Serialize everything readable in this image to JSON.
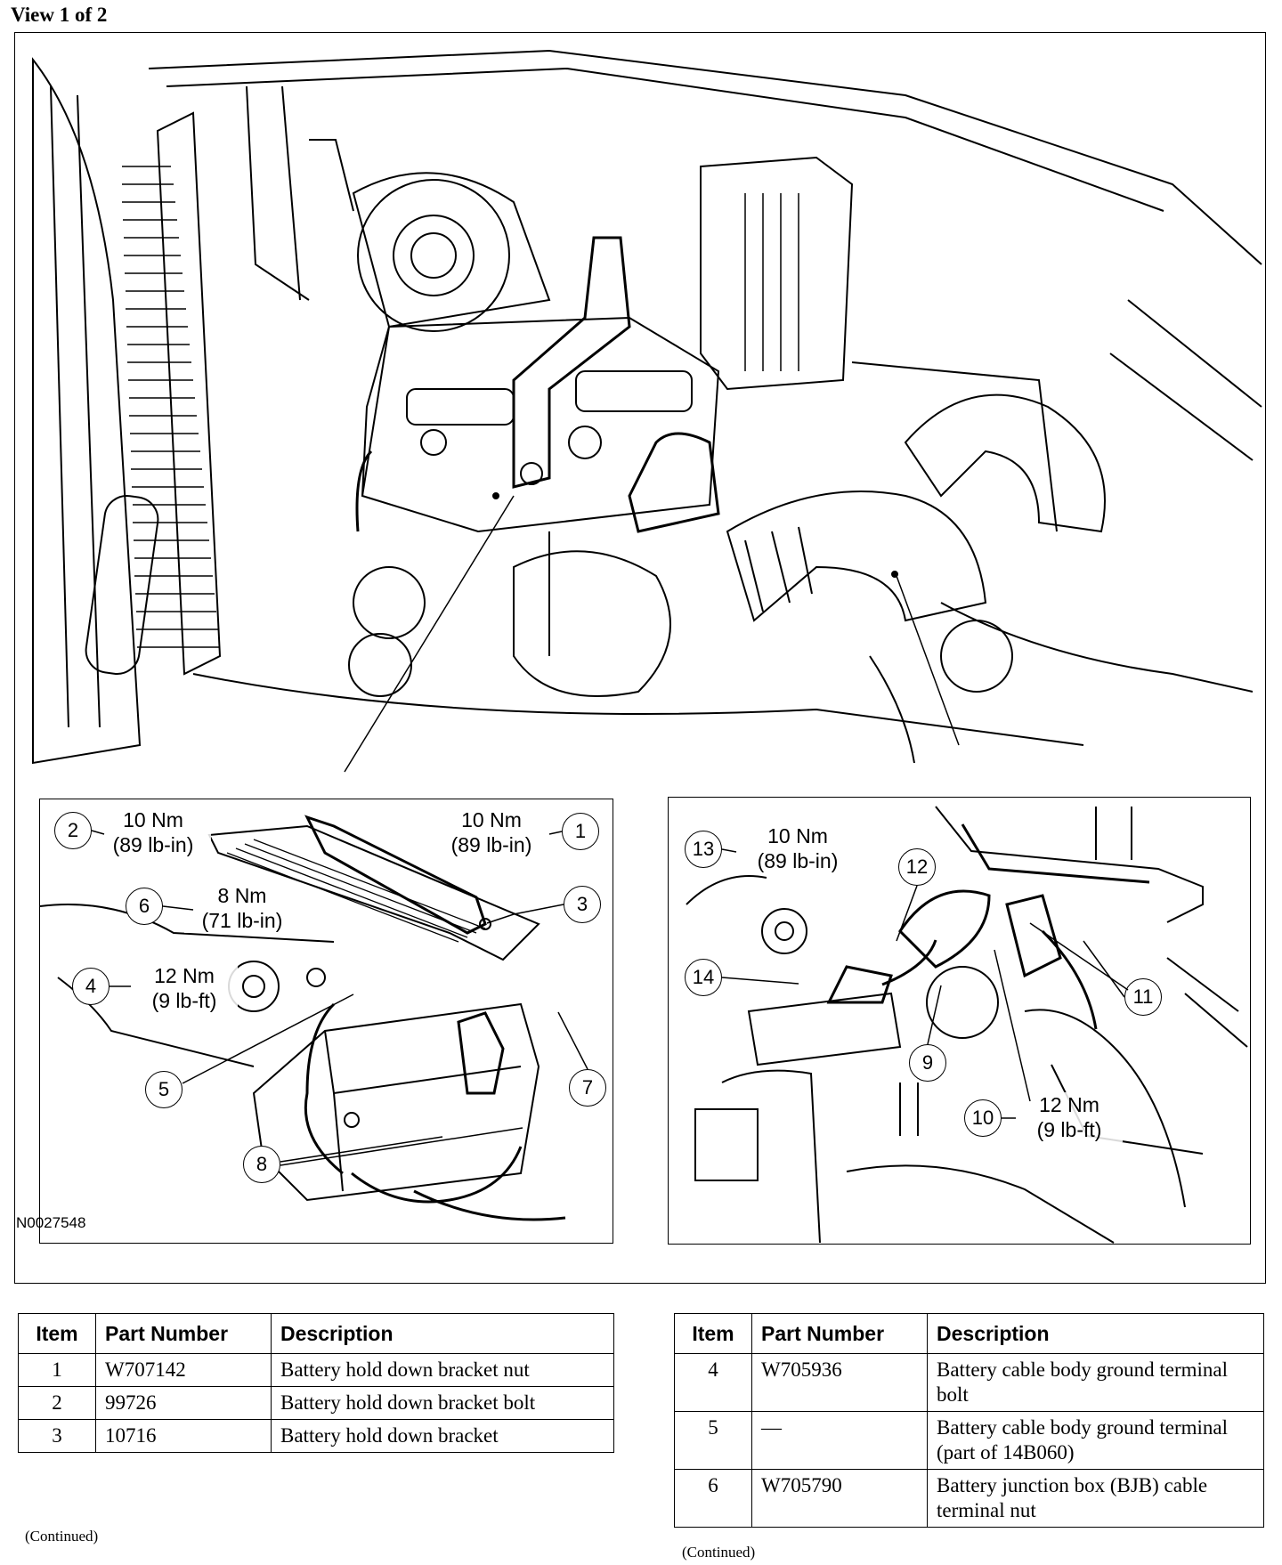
{
  "view_title": "View 1 of 2",
  "figure_id": "N0027548",
  "callouts": {
    "c1": "1",
    "c2": "2",
    "c3": "3",
    "c4": "4",
    "c5": "5",
    "c6": "6",
    "c7": "7",
    "c8": "8",
    "c9": "9",
    "c10": "10",
    "c11": "11",
    "c12": "12",
    "c13": "13",
    "c14": "14"
  },
  "torques": {
    "t1": {
      "nm": "10 Nm",
      "imperial": "(89 lb-in)"
    },
    "t2": {
      "nm": "10 Nm",
      "imperial": "(89 lb-in)"
    },
    "t6": {
      "nm": "8 Nm",
      "imperial": "(71 lb-in)"
    },
    "t4": {
      "nm": "12 Nm",
      "imperial": "(9 lb-ft)"
    },
    "t13": {
      "nm": "10 Nm",
      "imperial": "(89 lb-in)"
    },
    "t10": {
      "nm": "12 Nm",
      "imperial": "(9 lb-ft)"
    }
  },
  "table_headers": {
    "item": "Item",
    "part_number": "Part Number",
    "description": "Description"
  },
  "table_left": {
    "rows": [
      {
        "item": "1",
        "part": "W707142",
        "desc": "Battery hold down bracket nut"
      },
      {
        "item": "2",
        "part": "99726",
        "desc": "Battery hold down bracket bolt"
      },
      {
        "item": "3",
        "part": "10716",
        "desc": "Battery hold down bracket"
      }
    ],
    "continued": "(Continued)"
  },
  "table_right": {
    "rows": [
      {
        "item": "4",
        "part": "W705936",
        "desc": "Battery cable body ground terminal bolt"
      },
      {
        "item": "5",
        "part": "—",
        "desc": "Battery cable body ground terminal (part of 14B060)"
      },
      {
        "item": "6",
        "part": "W705790",
        "desc": "Battery junction box (BJB) cable terminal nut"
      }
    ],
    "continued": "(Continued)"
  }
}
